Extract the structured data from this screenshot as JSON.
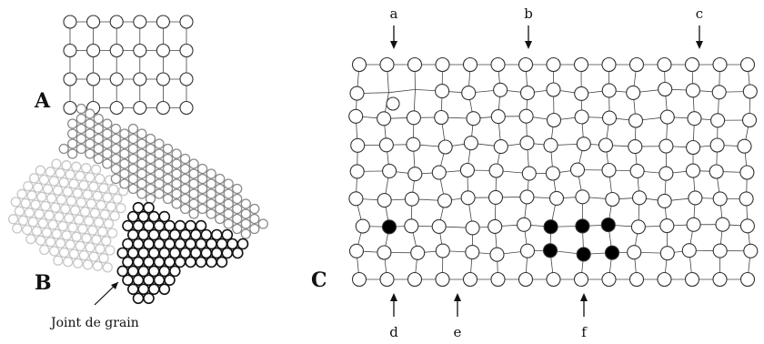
{
  "panels": {
    "a": {
      "label": "A"
    },
    "b": {
      "label": "B",
      "grain_boundary_label": "Joint de grain"
    },
    "c": {
      "label": "C",
      "top_markers": [
        "a",
        "b",
        "c"
      ],
      "bottom_markers": [
        "d",
        "e",
        "f"
      ]
    }
  },
  "colors": {
    "atom_outline": "#333333",
    "bond": "#444444",
    "grain_light": "#c8c8c8",
    "grain_mid": "#8a8a8a",
    "grain_dark": "#111111",
    "solute_atom": "#000000"
  }
}
